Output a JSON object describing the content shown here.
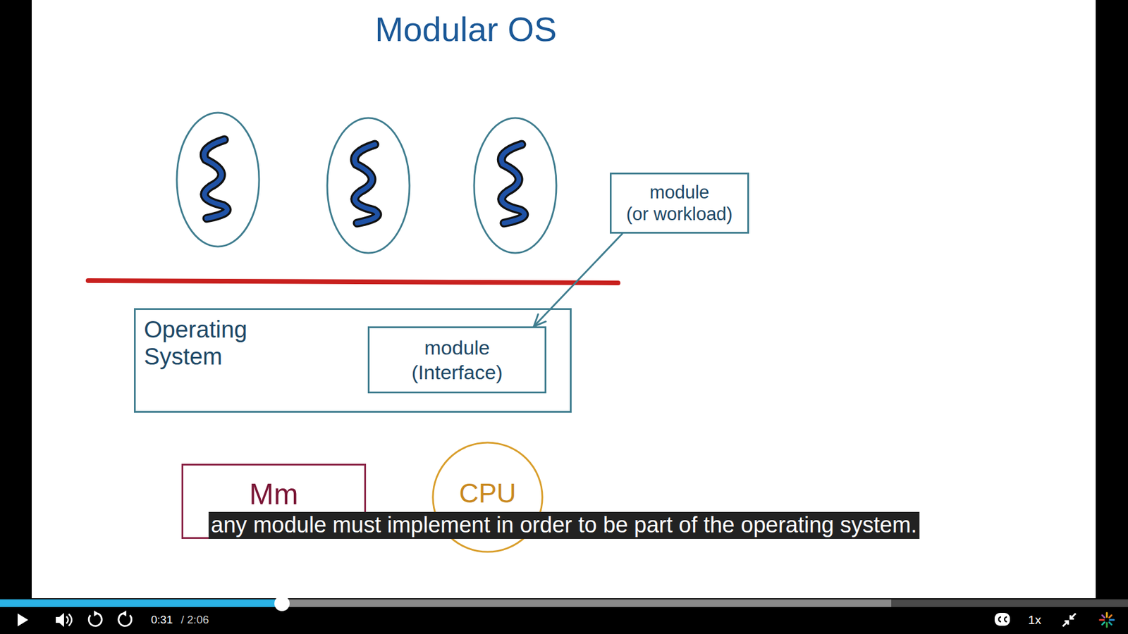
{
  "diagram": {
    "title": "Modular OS",
    "nodes": [
      {
        "text": [
          "module",
          "(or workload)"
        ]
      },
      {
        "text": [
          "Operating System"
        ]
      },
      {
        "text": [
          "module",
          "(Interface)"
        ],
        "in": 1
      },
      {
        "text": [
          "Mm"
        ]
      },
      {
        "text": [
          "CPU"
        ]
      }
    ],
    "edges": [
      {
        "from": 0,
        "to": 2,
        "arrow": "to"
      }
    ],
    "labels": [
      "any module must implement in order to be part of the operating system.",
      "0:31",
      "/ 2:06",
      "1x"
    ]
  }
}
